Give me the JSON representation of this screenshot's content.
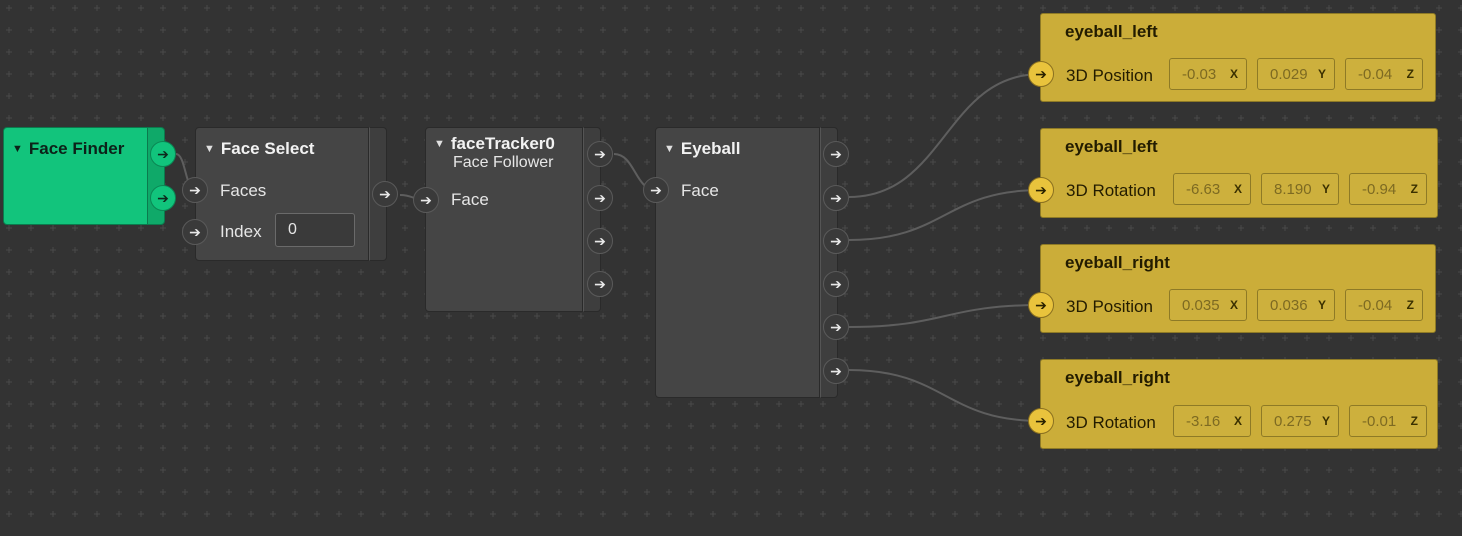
{
  "nodes": {
    "face_finder": {
      "title": "Face Finder"
    },
    "face_select": {
      "title": "Face Select",
      "inputs": [
        "Faces",
        "Index"
      ],
      "index_value": "0"
    },
    "face_tracker": {
      "title": "faceTracker0",
      "subtitle": "Face Follower",
      "input": "Face"
    },
    "eyeball": {
      "title": "Eyeball",
      "input": "Face"
    }
  },
  "patches": [
    {
      "title": "eyeball_left",
      "property": "3D Position",
      "values": [
        {
          "v": "-0.03",
          "axis": "X"
        },
        {
          "v": "0.029",
          "axis": "Y"
        },
        {
          "v": "-0.04",
          "axis": "Z"
        }
      ]
    },
    {
      "title": "eyeball_left",
      "property": "3D Rotation",
      "values": [
        {
          "v": "-6.63",
          "axis": "X"
        },
        {
          "v": "8.190",
          "axis": "Y"
        },
        {
          "v": "-0.94",
          "axis": "Z"
        }
      ]
    },
    {
      "title": "eyeball_right",
      "property": "3D Position",
      "values": [
        {
          "v": "0.035",
          "axis": "X"
        },
        {
          "v": "0.036",
          "axis": "Y"
        },
        {
          "v": "-0.04",
          "axis": "Z"
        }
      ]
    },
    {
      "title": "eyeball_right",
      "property": "3D Rotation",
      "values": [
        {
          "v": "-3.16",
          "axis": "X"
        },
        {
          "v": "0.275",
          "axis": "Y"
        },
        {
          "v": "-0.01",
          "axis": "Z"
        }
      ]
    }
  ],
  "icons": {
    "port": "arrow-right-icon",
    "collapse": "triangle-down-icon"
  },
  "colors": {
    "canvas": "#333333",
    "grid_plus": "#4a4a4a",
    "face_finder": "#12c47c",
    "patch": "#cbad39",
    "wire": "#5e5e5e"
  }
}
